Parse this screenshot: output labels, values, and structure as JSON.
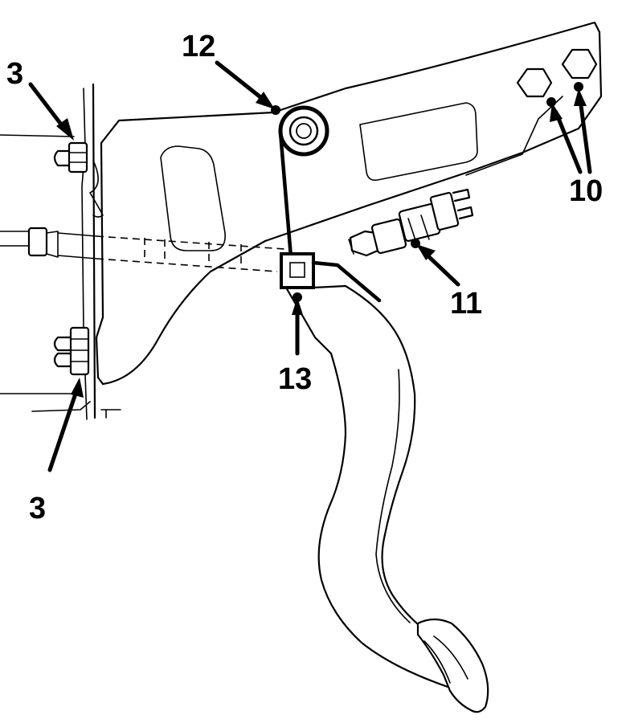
{
  "callouts": {
    "upper_nut": "3",
    "lower_nut": "3",
    "bracket_bolts": "10",
    "pedal_switch": "11",
    "pivot_bushing": "12",
    "pedal_stop": "13"
  }
}
